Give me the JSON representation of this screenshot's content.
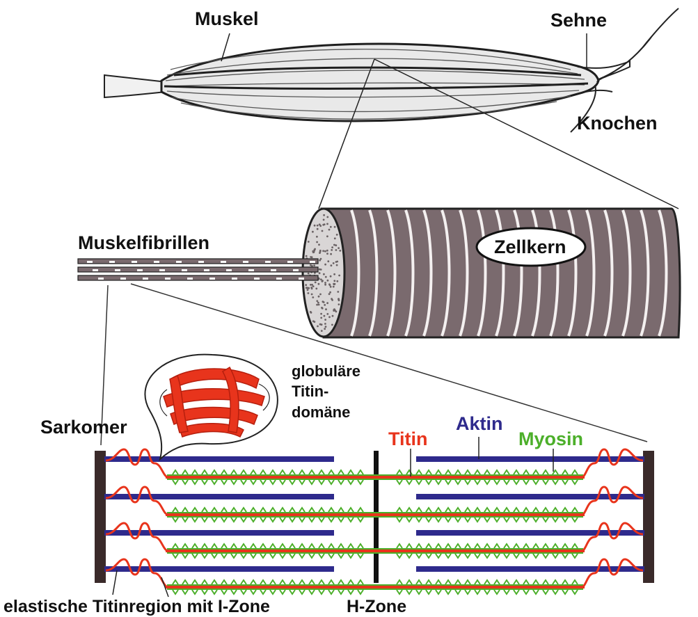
{
  "labels": {
    "muskel": "Muskel",
    "sehne": "Sehne",
    "knochen": "Knochen",
    "muskelfibrillen": "Muskelfibrillen",
    "zellkern": "Zellkern",
    "globulaere_line1": "globuläre",
    "globulaere_line2": "Titin-",
    "globulaere_line3": "domäne",
    "sarkomer": "Sarkomer",
    "titin": "Titin",
    "aktin": "Aktin",
    "myosin": "Myosin",
    "elastische": "elastische Titinregion mit I-Zone",
    "hzone": "H-Zone"
  },
  "colors": {
    "titin": "#e8341c",
    "aktin": "#2e2a8c",
    "myosin": "#4caf2a",
    "outline": "#2a2a2a",
    "fiber": "#7a6a6e",
    "zdisc": "#3a2a2a"
  }
}
